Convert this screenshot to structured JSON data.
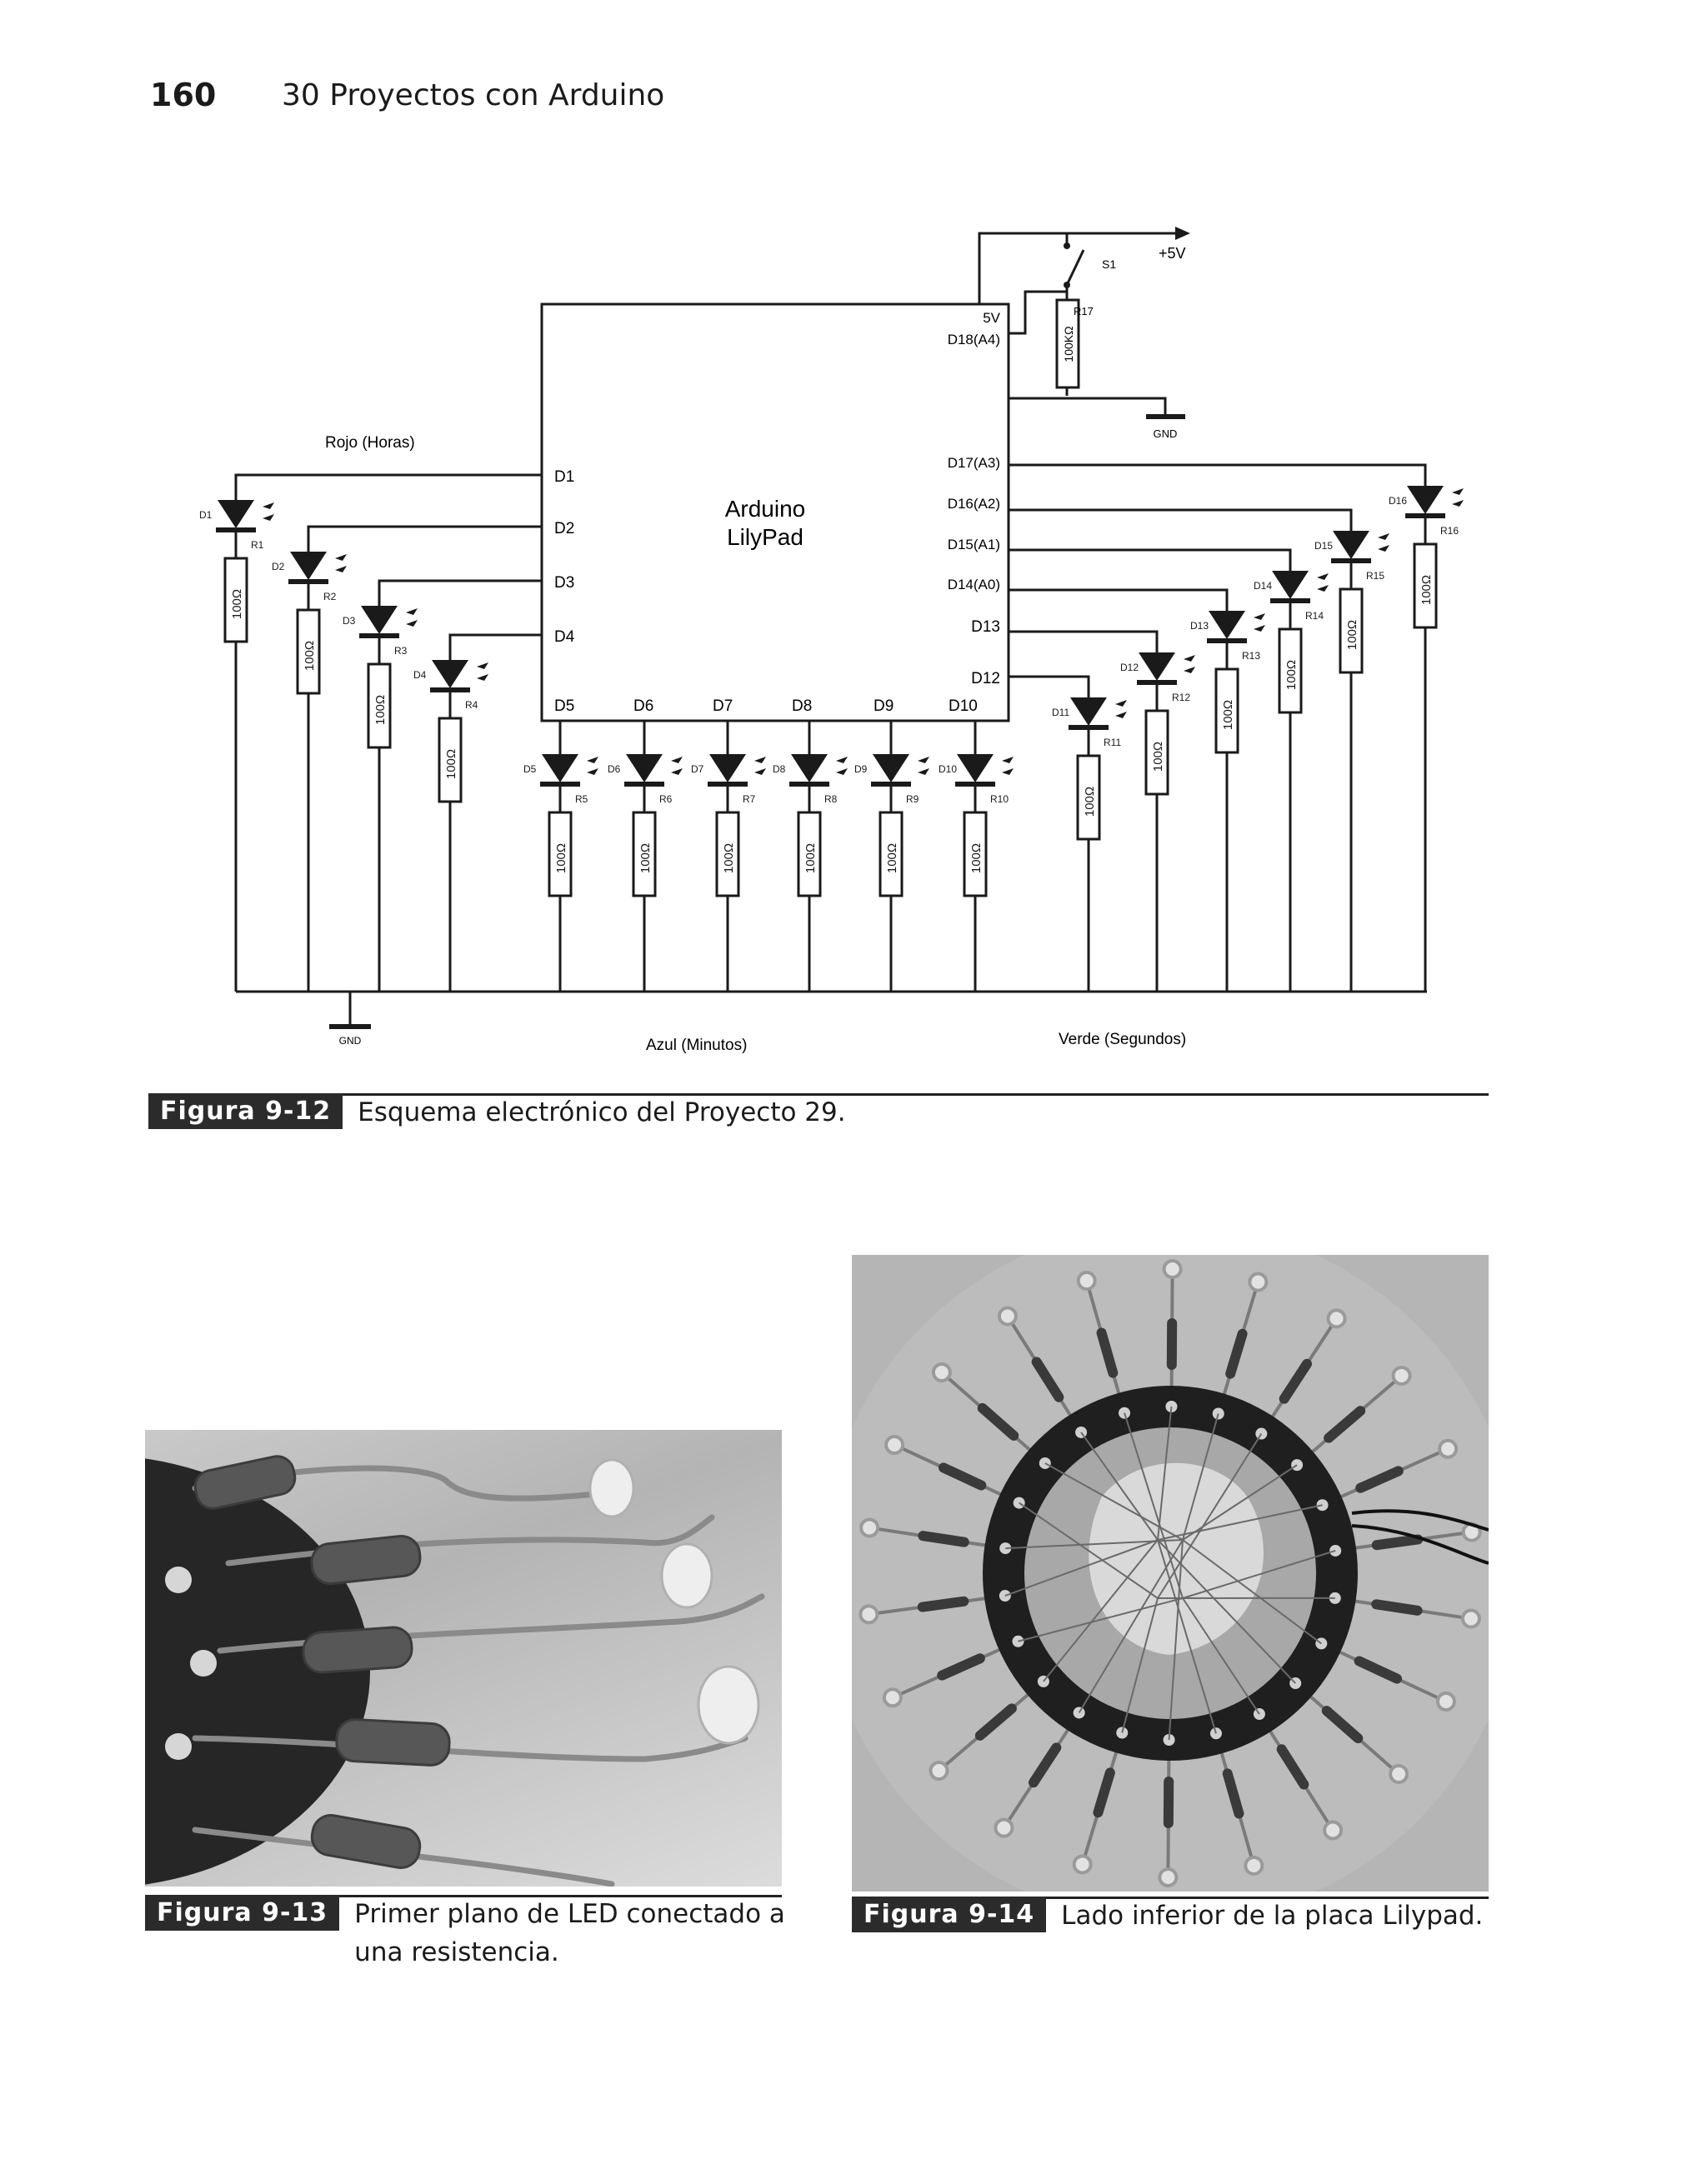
{
  "header": {
    "page_number": "160",
    "book_title": "30 Proyectos con Arduino"
  },
  "schematic": {
    "board_line1": "Arduino",
    "board_line2": "LilyPad",
    "left_pins": [
      "D1",
      "D2",
      "D3",
      "D4"
    ],
    "bottom_pins": [
      "D5",
      "D6",
      "D7",
      "D8",
      "D9",
      "D10"
    ],
    "right_pins": [
      "5V",
      "D18(A4)",
      "D17(A3)",
      "D16(A2)",
      "D15(A1)",
      "D14(A0)",
      "D13",
      "D12"
    ],
    "supply_label": "+5V",
    "switch_label": "S1",
    "pullup_ref": "R17",
    "pullup_value": "100KΩ",
    "gnd_label": "GND",
    "resistor_value": "100Ω",
    "diodes": [
      "D1",
      "D2",
      "D3",
      "D4",
      "D5",
      "D6",
      "D7",
      "D8",
      "D9",
      "D10",
      "D11",
      "D12",
      "D13",
      "D14",
      "D15",
      "D16"
    ],
    "resistors": [
      "R1",
      "R2",
      "R3",
      "R4",
      "R5",
      "R6",
      "R7",
      "R8",
      "R9",
      "R10",
      "R11",
      "R12",
      "R13",
      "R14",
      "R15",
      "R16"
    ],
    "group_red": "Rojo (Horas)",
    "group_blue": "Azul (Minutos)",
    "group_green": "Verde (Segundos)"
  },
  "figures": [
    {
      "label": "Figura 9-12",
      "caption": "Esquema electrónico del Proyecto 29."
    },
    {
      "label": "Figura 9-13",
      "caption": "Primer plano de LED conectado a una resistencia."
    },
    {
      "label": "Figura 9-14",
      "caption": "Lado inferior de la placa Lilypad."
    }
  ]
}
